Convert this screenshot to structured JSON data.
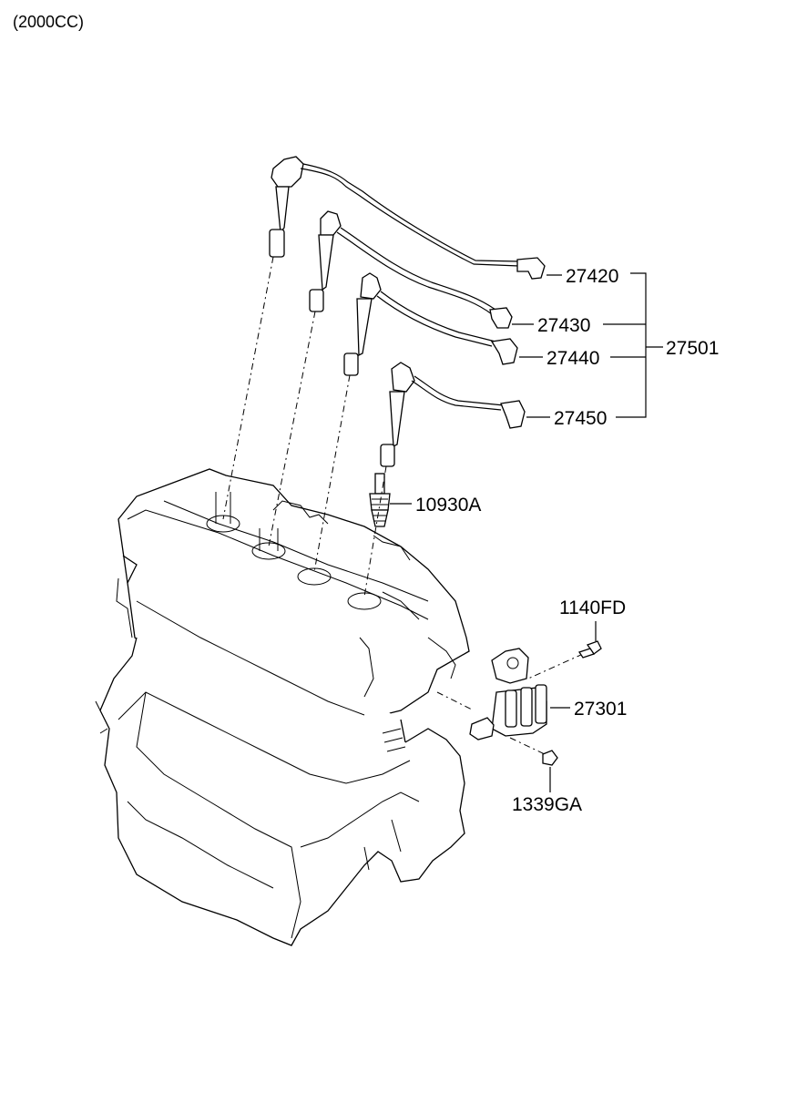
{
  "header": {
    "variant": "(2000CC)"
  },
  "callouts": {
    "wire_1": "27420",
    "wire_2": "27430",
    "wire_3": "27440",
    "wire_4": "27450",
    "wire_set": "27501",
    "spark_plug": "10930A",
    "bolt": "1140FD",
    "ignition_coil": "27301",
    "nut": "1339GA"
  }
}
